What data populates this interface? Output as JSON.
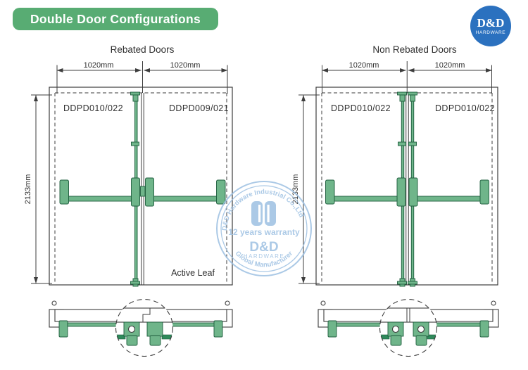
{
  "header": {
    "title": "Double Door Configurations"
  },
  "logo": {
    "brand": "D&D",
    "sub": "HARDWARE"
  },
  "diagrams": [
    {
      "title": "Rebated Doors",
      "dim_left": "1020mm",
      "dim_right": "1020mm",
      "dim_height": "2133mm",
      "leaf_left": "DDPD010/022",
      "leaf_right": "DDPD009/021",
      "note": "Active Leaf"
    },
    {
      "title": "Non Rebated Doors",
      "dim_left": "1020mm",
      "dim_right": "1020mm",
      "dim_height": "2133mm",
      "leaf_left": "DDPD010/022",
      "leaf_right": "DDPD010/022"
    }
  ],
  "watermark": {
    "arc_top": "D&D Hardware Industrial Co.,Ltd",
    "warranty": "12 years warranty",
    "brand": "D&D",
    "brand_sub": "HARDWARE",
    "arc_bottom": "Global Manufacturer"
  },
  "colors": {
    "header_green": "#58AC73",
    "hardware_green": "#6FB58A",
    "hardware_green_dark": "#2F8A5B",
    "logo_blue": "#2B71BF",
    "watermark_blue": "#9DC0E2",
    "line": "#3D3D3D"
  }
}
